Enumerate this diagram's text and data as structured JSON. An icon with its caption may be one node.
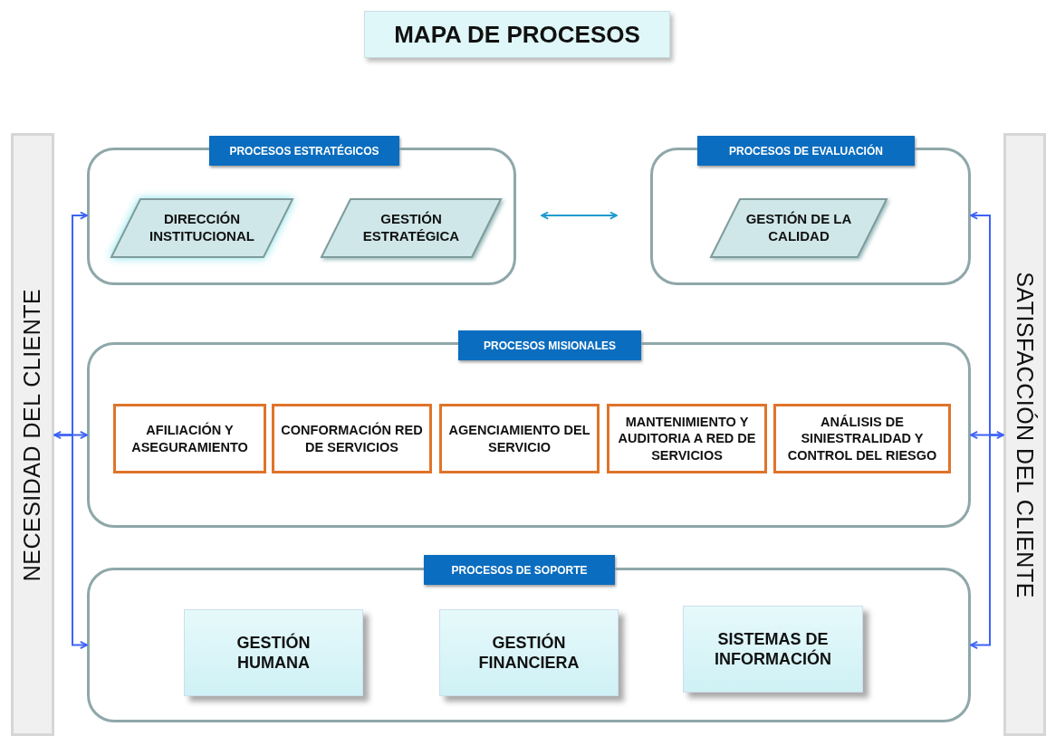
{
  "diagram": {
    "title": "MAPA DE PROCESOS",
    "nodes": [
      {
        "text": [
          "NECESIDAD DEL CLIENTE"
        ]
      },
      {
        "text": [
          "SATISFACCIÓN DEL CLIENTE"
        ]
      },
      {
        "text": [
          "PROCESOS ESTRATÉGICOS"
        ]
      },
      {
        "text": [
          "DIRECCIÓN INSTITUCIONAL"
        ],
        "in": 2
      },
      {
        "text": [
          "GESTIÓN ESTRATÉGICA"
        ],
        "in": 2
      },
      {
        "text": [
          "PROCESOS DE EVALUACIÓN"
        ]
      },
      {
        "text": [
          "GESTIÓN DE LA CALIDAD"
        ],
        "in": 5
      },
      {
        "text": [
          "PROCESOS MISIONALES"
        ]
      },
      {
        "text": [
          "AFILIACIÓN Y ASEGURAMIENTO"
        ],
        "in": 7
      },
      {
        "text": [
          "CONFORMACIÓN RED DE SERVICIOS"
        ],
        "in": 7
      },
      {
        "text": [
          "AGENCIAMIENTO DEL SERVICIO"
        ],
        "in": 7
      },
      {
        "text": [
          "MANTENIMIENTO Y AUDITORIA A RED DE SERVICIOS"
        ],
        "in": 7
      },
      {
        "text": [
          "ANÁLISIS DE SINIESTRALIDAD Y CONTROL DEL RIESGO"
        ],
        "in": 7
      },
      {
        "text": [
          "PROCESOS DE SOPORTE"
        ]
      },
      {
        "text": [
          "GESTIÓN HUMANA"
        ],
        "in": 13
      },
      {
        "text": [
          "GESTIÓN FINANCIERA"
        ],
        "in": 13
      },
      {
        "text": [
          "SISTEMAS DE INFORMACIÓN"
        ],
        "in": 13
      }
    ],
    "edges": [
      {
        "from": 0,
        "to": 2,
        "arrow": "to"
      },
      {
        "from": 0,
        "to": 7,
        "arrow": "both"
      },
      {
        "from": 0,
        "to": 13,
        "arrow": "to"
      },
      {
        "from": 1,
        "to": 5,
        "arrow": "to"
      },
      {
        "from": 1,
        "to": 7,
        "arrow": "both"
      },
      {
        "from": 1,
        "to": 13,
        "arrow": "to"
      },
      {
        "from": 2,
        "to": 5,
        "arrow": "both",
        "color": "#1e9bd0"
      }
    ]
  }
}
